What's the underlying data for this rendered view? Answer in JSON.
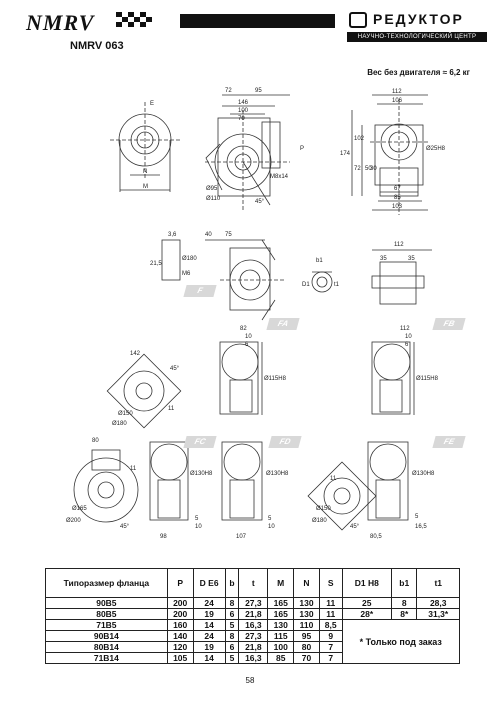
{
  "header": {
    "brand": "NMRV",
    "model": "NMRV 063",
    "logo_name": "РЕДУКТОР",
    "logo_subtitle": "НАУЧНО-ТЕХНОЛОГИЧЕСКИЙ ЦЕНТР"
  },
  "weight_note": "Вес без двигателя ≈ 6,2 кг",
  "drawings": {
    "variant_tags": [
      "F",
      "FA",
      "FB",
      "FC",
      "FD",
      "FE"
    ],
    "main": {
      "dims_top": [
        "72",
        "95",
        "146",
        "100",
        "70"
      ],
      "dims_left": [
        "N",
        "M"
      ],
      "dims_misc": [
        "45°",
        "Ø95",
        "Ø110",
        "M8х14",
        "P",
        "E"
      ]
    },
    "side": {
      "dims": [
        "112",
        "106",
        "174",
        "102",
        "72",
        "50",
        "Ø25H8",
        "67",
        "85",
        "103",
        "30"
      ]
    },
    "f_variant": {
      "dims": [
        "40",
        "75",
        "3,6",
        "21,5",
        "Ø180",
        "M6",
        "112",
        "35",
        "35",
        "b1",
        "D1",
        "t1"
      ]
    },
    "fa": {
      "dims": [
        "82",
        "10",
        "6",
        "Ø115H8",
        "142",
        "45°",
        "Ø150",
        "Ø180",
        "11"
      ]
    },
    "fb": {
      "dims": [
        "112",
        "10",
        "6",
        "Ø115H8"
      ]
    },
    "fc": {
      "dims": [
        "80",
        "Ø130H8",
        "Ø165",
        "Ø200",
        "45°",
        "98",
        "5",
        "10",
        "11"
      ]
    },
    "fd": {
      "dims": [
        "Ø130H8",
        "5",
        "10",
        "107"
      ]
    },
    "fe": {
      "dims": [
        "Ø130H8",
        "Ø150",
        "Ø180",
        "45°",
        "80,5",
        "5",
        "16,5",
        "11"
      ]
    }
  },
  "spec_table": {
    "headers": [
      "Типоразмер фланца",
      "P",
      "D E6",
      "b",
      "t",
      "M",
      "N",
      "S",
      "D1 H8",
      "b1",
      "t1"
    ],
    "rows": [
      [
        "90B5",
        "200",
        "24",
        "8",
        "27,3",
        "165",
        "130",
        "11",
        "25",
        "8",
        "28,3"
      ],
      [
        "80B5",
        "200",
        "19",
        "6",
        "21,8",
        "165",
        "130",
        "11",
        "28*",
        "8*",
        "31,3*"
      ],
      [
        "71B5",
        "160",
        "14",
        "5",
        "16,3",
        "130",
        "110",
        "8,5"
      ],
      [
        "90B14",
        "140",
        "24",
        "8",
        "27,3",
        "115",
        "95",
        "9"
      ],
      [
        "80B14",
        "120",
        "19",
        "6",
        "21,8",
        "100",
        "80",
        "7"
      ],
      [
        "71B14",
        "105",
        "14",
        "5",
        "16,3",
        "85",
        "70",
        "7"
      ]
    ],
    "note": "* Только под заказ"
  },
  "page_number": "58"
}
